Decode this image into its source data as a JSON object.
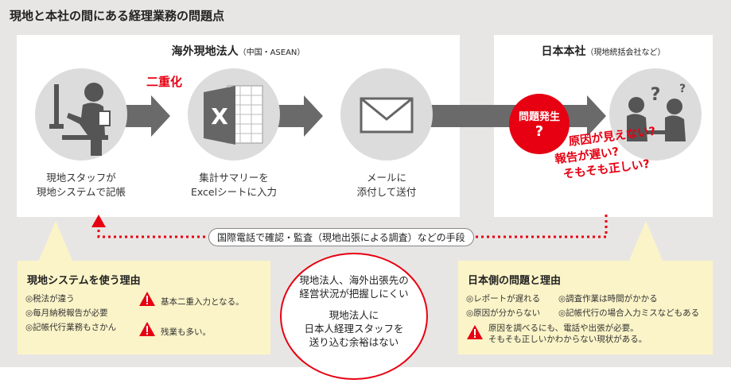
{
  "page": {
    "title": "現地と本社の間にある経理業務の問題点"
  },
  "overseas": {
    "heading": "海外現地法人",
    "heading_sub": "（中国・ASEAN）",
    "steps": [
      {
        "icon": "person-at-computer-icon",
        "caption_l1": "現地スタッフが",
        "caption_l2": "現地システムで記帳"
      },
      {
        "icon": "excel-spreadsheet-icon",
        "caption_l1": "集計サマリーを",
        "caption_l2": "Excelシートに入力"
      },
      {
        "icon": "envelope-icon",
        "caption_l1": "メールに",
        "caption_l2": "添付して送付"
      }
    ],
    "duplication_label": "二重化"
  },
  "hq": {
    "heading": "日本本社",
    "heading_sub": "（現地統括会社など）",
    "problem_badge": "問題発生",
    "problem_mark": "?",
    "questions": [
      "原因が見えない?",
      "報告が遅い?",
      "そもそも正しい?"
    ]
  },
  "connector": {
    "label": "国際電話で確認・監査（現地出張による調査）などの手段"
  },
  "left_note": {
    "title": "現地システムを使う理由",
    "items": [
      "◎税法が違う",
      "◎毎月納税報告が必要",
      "◎記帳代行業務もさかん"
    ],
    "warnings": [
      "基本二重入力となる。",
      "残業も多い。"
    ]
  },
  "center_note": {
    "line1": "現地法人、海外出張先の",
    "line2": "経営状況が把握しにくい",
    "line3": "現地法人に",
    "line4": "日本人経理スタッフを",
    "line5": "送り込む余裕はない"
  },
  "right_note": {
    "title": "日本側の問題と理由",
    "items": [
      "◎レポートが遅れる",
      "◎調査作業は時間がかかる",
      "◎原因が分からない",
      "◎記帳代行の場合入力ミスなどもある"
    ],
    "warning_l1": "原因を調べるにも、電話や出張が必要。",
    "warning_l2": "そもそも正しいかわからない現状がある。"
  },
  "colors": {
    "accent_red": "#e60012",
    "panel_gray": "#e8e6e4",
    "note_yellow": "#fbf4c8",
    "icon_dark": "#555555"
  }
}
